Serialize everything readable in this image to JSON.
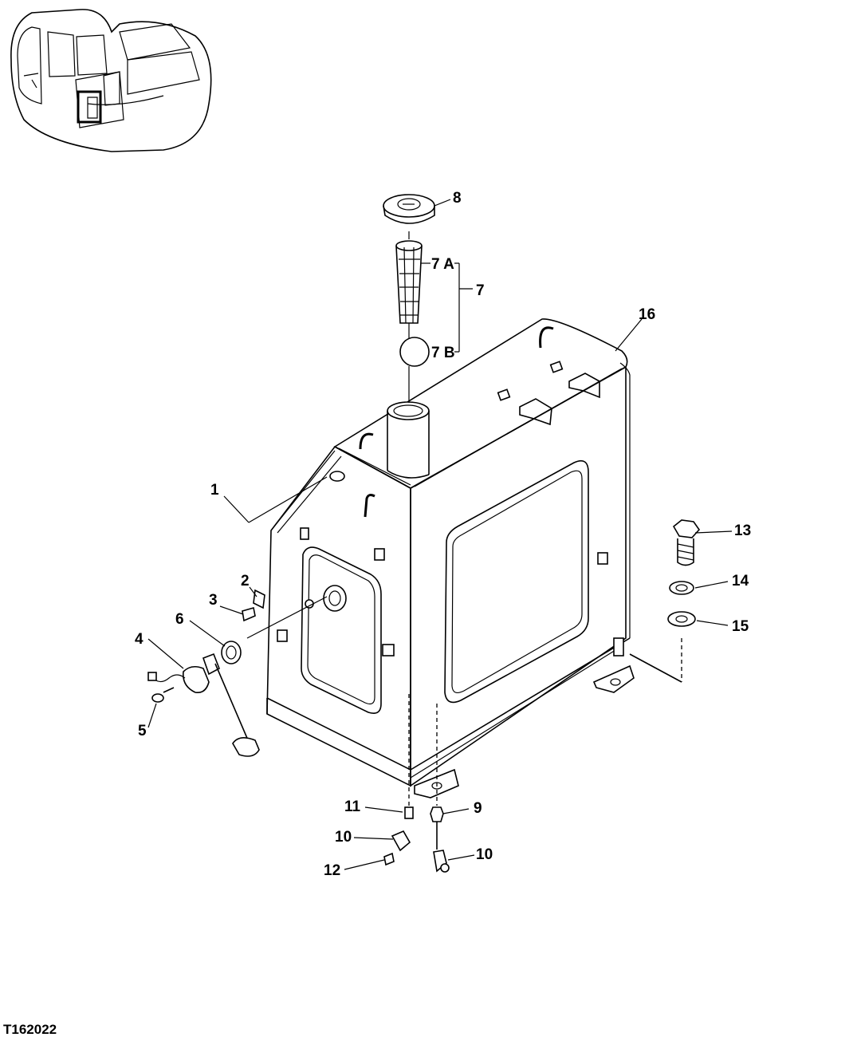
{
  "figure_id": "T162022",
  "callouts": [
    {
      "id": "c1",
      "text": "1"
    },
    {
      "id": "c2",
      "text": "2"
    },
    {
      "id": "c3",
      "text": "3"
    },
    {
      "id": "c4",
      "text": "4"
    },
    {
      "id": "c5",
      "text": "5"
    },
    {
      "id": "c6",
      "text": "6"
    },
    {
      "id": "c7",
      "text": "7"
    },
    {
      "id": "c7a",
      "text": "7 A"
    },
    {
      "id": "c7b",
      "text": "7 B"
    },
    {
      "id": "c8",
      "text": "8"
    },
    {
      "id": "c9",
      "text": "9"
    },
    {
      "id": "c10a",
      "text": "10"
    },
    {
      "id": "c10b",
      "text": "10"
    },
    {
      "id": "c11",
      "text": "11"
    },
    {
      "id": "c12",
      "text": "12"
    },
    {
      "id": "c13",
      "text": "13"
    },
    {
      "id": "c14",
      "text": "14"
    },
    {
      "id": "c15",
      "text": "15"
    },
    {
      "id": "c16",
      "text": "16"
    }
  ]
}
